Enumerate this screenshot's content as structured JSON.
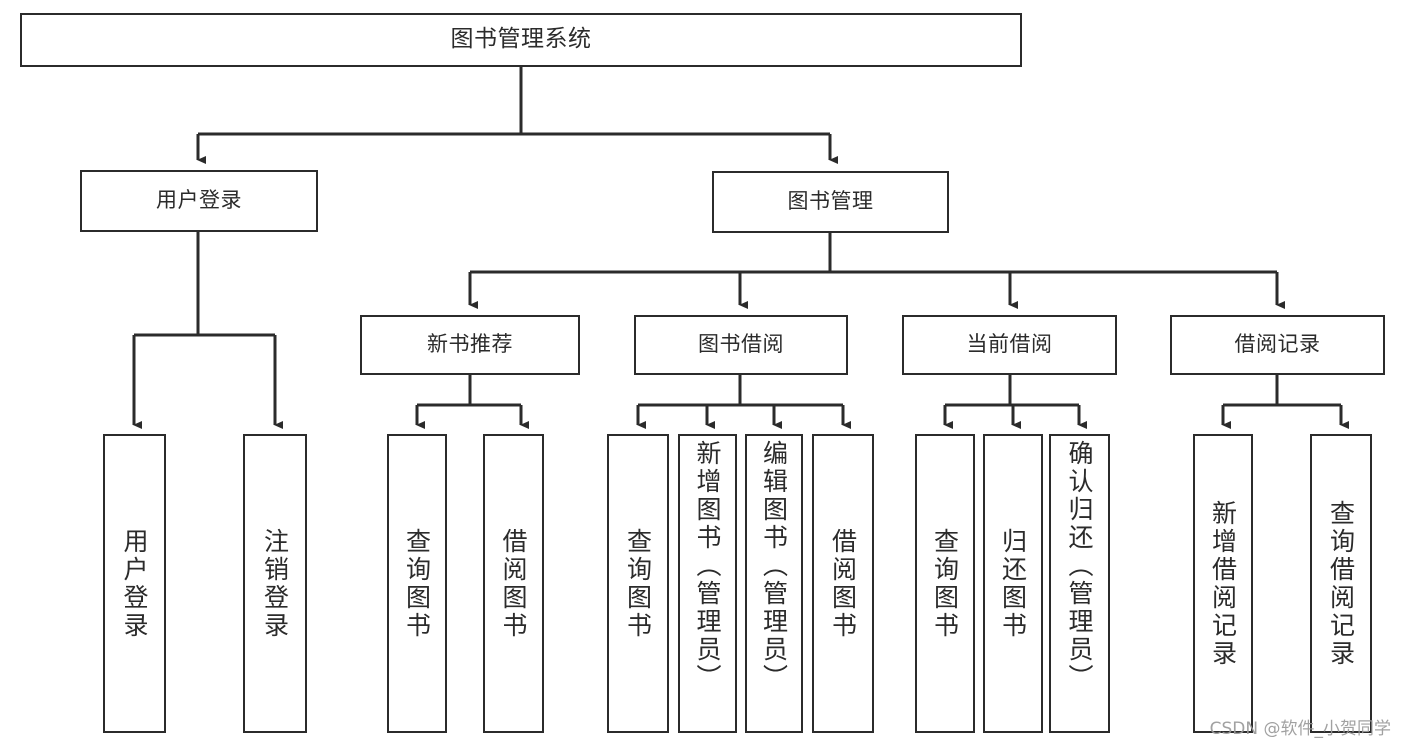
{
  "diagram": {
    "title": "图书管理系统",
    "type": "tree-hierarchy-chart",
    "root": {
      "label": "图书管理系统"
    },
    "level2": [
      {
        "id": "user-login",
        "label": "用户登录"
      },
      {
        "id": "book-management",
        "label": "图书管理"
      }
    ],
    "level3": [
      {
        "id": "new-book-recommend",
        "label": "新书推荐"
      },
      {
        "id": "book-borrow",
        "label": "图书借阅"
      },
      {
        "id": "current-borrow",
        "label": "当前借阅"
      },
      {
        "id": "borrow-record",
        "label": "借阅记录"
      }
    ],
    "leaves": {
      "user_login": [
        {
          "id": "leaf-user-login",
          "label": "用户登录"
        },
        {
          "id": "leaf-logout-login",
          "label": "注销登录"
        }
      ],
      "new_book_recommend": [
        {
          "id": "leaf-query-book-1",
          "label": "查询图书"
        },
        {
          "id": "leaf-borrow-book-1",
          "label": "借阅图书"
        }
      ],
      "book_borrow": [
        {
          "id": "leaf-query-book-2",
          "label": "查询图书"
        },
        {
          "id": "leaf-add-book",
          "label": "新增图书（管理员）"
        },
        {
          "id": "leaf-edit-book",
          "label": "编辑图书（管理员）"
        },
        {
          "id": "leaf-borrow-book-2",
          "label": "借阅图书"
        }
      ],
      "current_borrow": [
        {
          "id": "leaf-query-book-3",
          "label": "查询图书"
        },
        {
          "id": "leaf-return-book",
          "label": "归还图书"
        },
        {
          "id": "leaf-confirm-return",
          "label": "确认归还（管理员）"
        }
      ],
      "borrow_record": [
        {
          "id": "leaf-add-record",
          "label": "新增借阅记录"
        },
        {
          "id": "leaf-query-record",
          "label": "查询借阅记录"
        }
      ]
    },
    "watermark": "CSDN @软件_小贺同学",
    "colors": {
      "stroke": "#2b2b2b",
      "fill": "#ffffff",
      "text": "#2b2b2b",
      "watermark": "#9a9a9a"
    }
  }
}
